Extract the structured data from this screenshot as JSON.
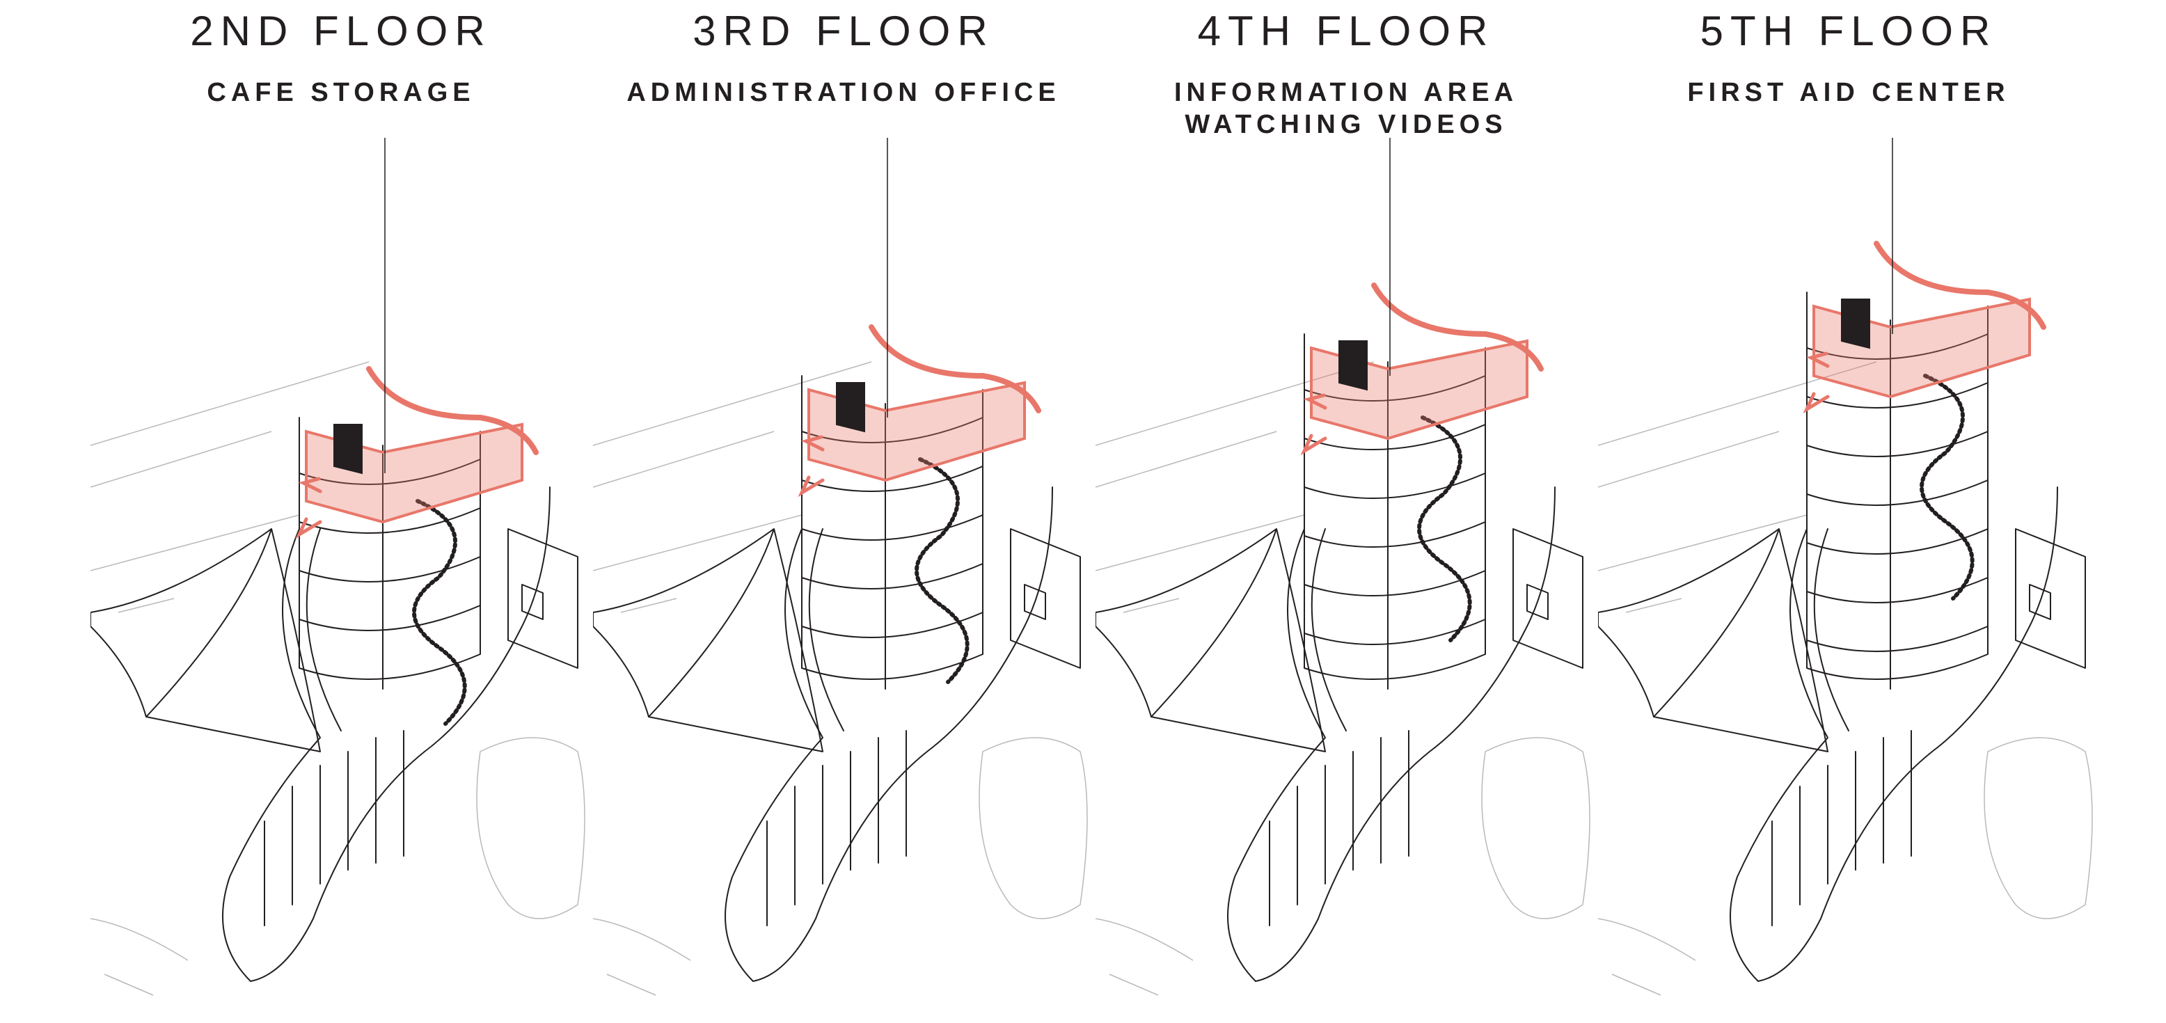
{
  "accent_color": "#e8776a",
  "line_color": "#231f20",
  "panels": [
    {
      "title": "2ND FLOOR",
      "subtitle_lines": [
        "CAFE STORAGE"
      ]
    },
    {
      "title": "3RD FLOOR",
      "subtitle_lines": [
        "ADMINISTRATION OFFICE"
      ]
    },
    {
      "title": "4TH FLOOR",
      "subtitle_lines": [
        "INFORMATION AREA",
        "WATCHING VIDEOS"
      ]
    },
    {
      "title": "5TH FLOOR",
      "subtitle_lines": [
        "FIRST AID CENTER"
      ]
    }
  ]
}
